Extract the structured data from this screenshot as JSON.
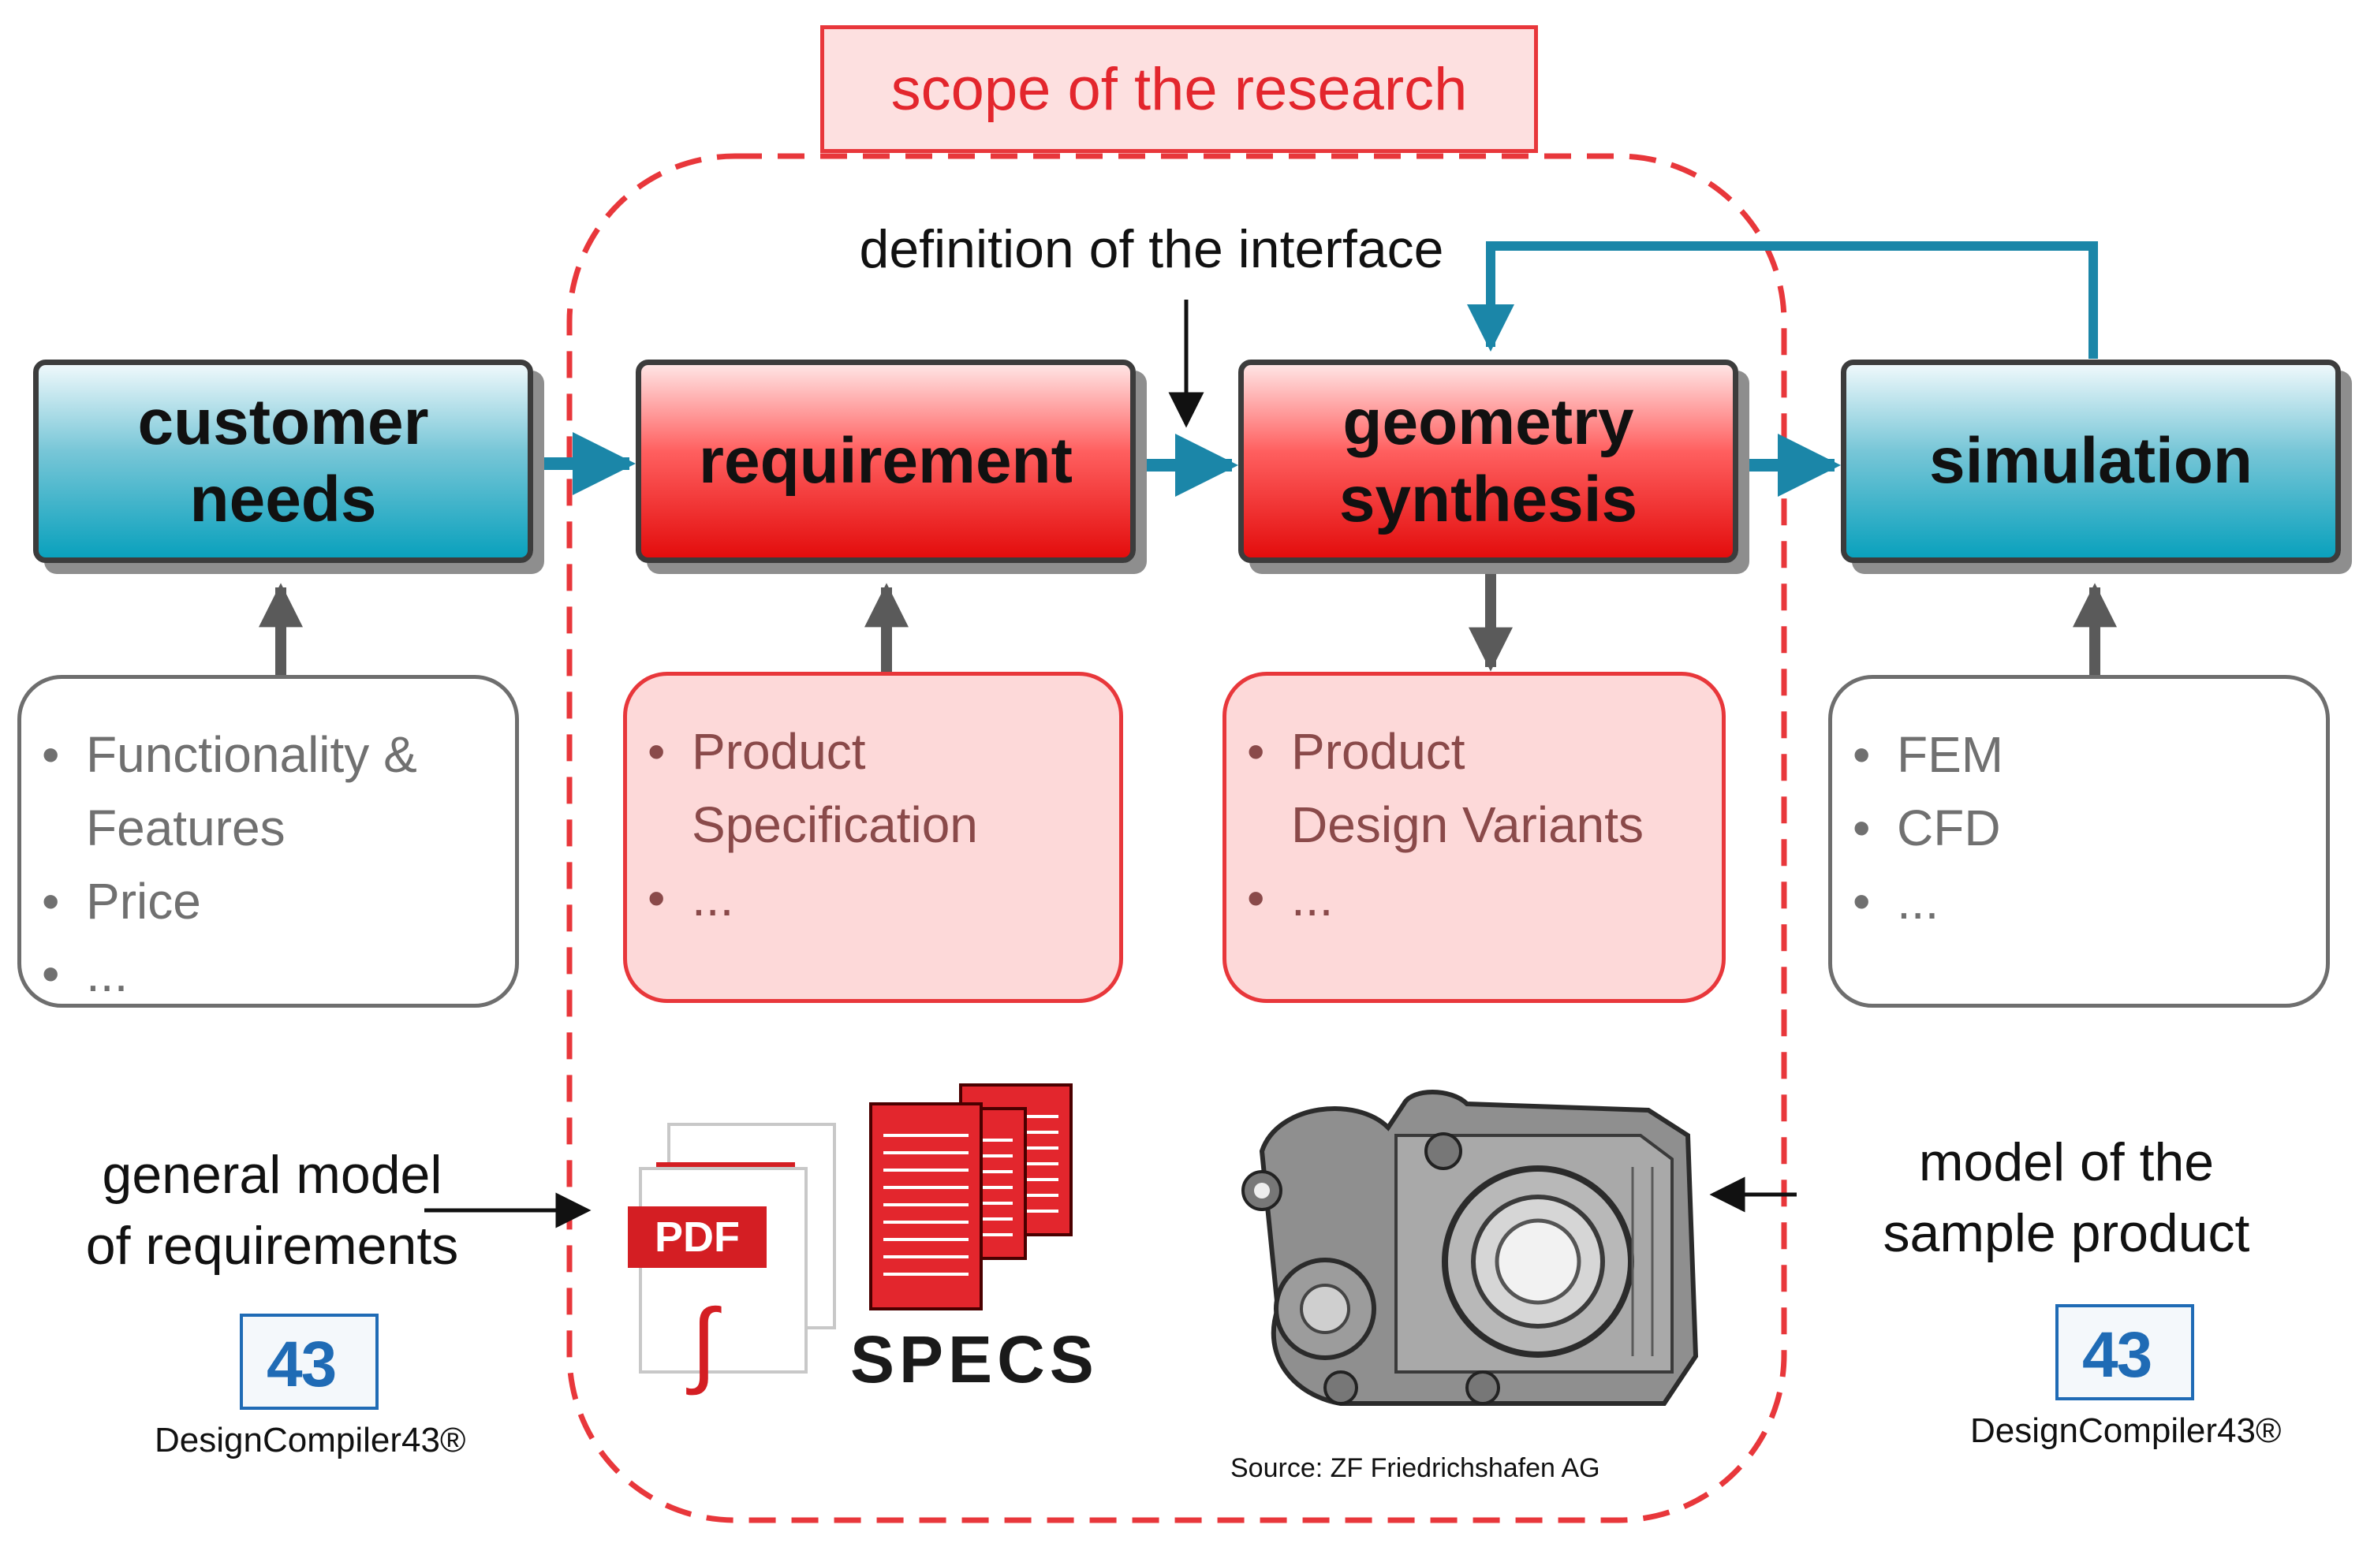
{
  "scope_title": "scope of the research",
  "interface_label": "definition of the interface",
  "process_boxes": {
    "customer_needs": "customer\nneeds",
    "requirement": "requirement",
    "geometry_synthesis": "geometry\nsynthesis",
    "simulation": "simulation"
  },
  "lists": {
    "customer_needs": [
      "Functionality &\nFeatures",
      "Price",
      "..."
    ],
    "requirement": [
      "Product\nSpecification",
      "..."
    ],
    "geometry_synthesis": [
      "Product\nDesign Variants",
      "..."
    ],
    "simulation": [
      "FEM",
      "CFD",
      "..."
    ]
  },
  "left_caption": "general model\nof requirements",
  "right_caption": "model of the\nsample product",
  "logo": {
    "number": "43",
    "name": "DesignCompiler43®"
  },
  "doc_icons": {
    "pdf_label": "PDF",
    "specs_label": "SPECS"
  },
  "source_note": "Source: ZF Friedrichshafen AG",
  "colors": {
    "flow_arrow": "#1b86a8",
    "red_accent": "#e8373b",
    "gray_arrow": "#5a5a5a"
  },
  "icons": [
    "pdf-document-icon",
    "specs-document-icon",
    "gearbox-image",
    "designcompiler-logo"
  ]
}
